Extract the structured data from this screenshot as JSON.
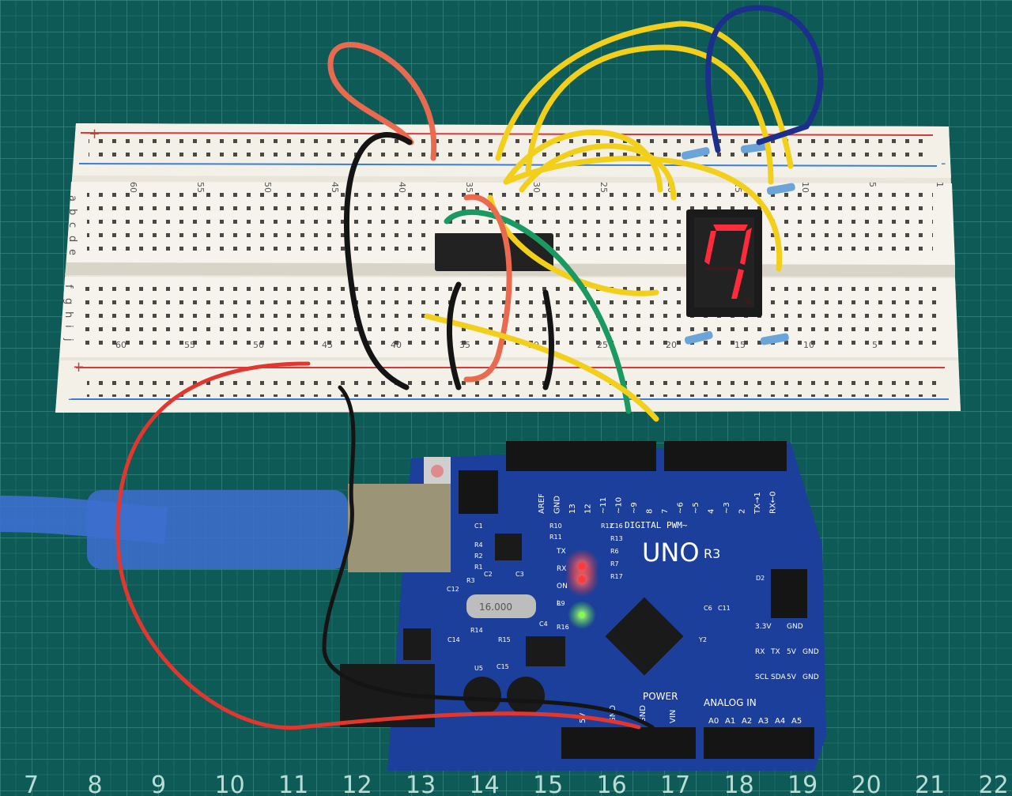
{
  "mat": {
    "ruler_numbers": [
      "7",
      "8",
      "9",
      "10",
      "11",
      "12",
      "13",
      "14",
      "15",
      "16",
      "17",
      "18",
      "19",
      "20",
      "21",
      "22"
    ]
  },
  "breadboard": {
    "row_letters_top": [
      "a",
      "b",
      "c",
      "d",
      "e"
    ],
    "row_letters_bottom": [
      "f",
      "g",
      "h",
      "i",
      "j"
    ],
    "column_numbers_top": [
      "60",
      "55",
      "50",
      "45",
      "40",
      "35",
      "30",
      "25",
      "20",
      "15",
      "10",
      "5",
      "1"
    ],
    "column_numbers_bottom": [
      "60",
      "55",
      "50",
      "45",
      "40",
      "35",
      "30",
      "25",
      "20",
      "15",
      "10",
      "5"
    ],
    "rail_plus": "+",
    "rail_minus": "-"
  },
  "display": {
    "digit": "7",
    "segment_color": "#ff2a3a"
  },
  "arduino": {
    "board_name": "UNO",
    "revision": "R3",
    "digital_label": "DIGITAL  PWM~",
    "power_label": "POWER",
    "analog_label": "ANALOG IN",
    "digital_pins": [
      "AREF",
      "GND",
      "13",
      "12",
      "~11",
      "~10",
      "~9",
      "8",
      "7",
      "~6",
      "~5",
      "4",
      "~3",
      "2",
      "TX→1",
      "RX←0"
    ],
    "power_pins": [
      "5V",
      "GND",
      "GND",
      "VIN"
    ],
    "analog_pins": [
      "A0",
      "A1",
      "A2",
      "A3",
      "A4",
      "A5"
    ],
    "header_labels": [
      "3.3V",
      "GND",
      "RX",
      "TX",
      "5V",
      "GND",
      "SCL",
      "SDA",
      "5V",
      "GND"
    ],
    "led_labels": [
      "TX",
      "RX",
      "ON",
      "L"
    ],
    "component_labels": [
      "R10",
      "R11",
      "R12",
      "C16",
      "R13",
      "R6",
      "R7",
      "R17",
      "R9",
      "R16",
      "C1",
      "R4",
      "R2",
      "R1",
      "R3",
      "C2",
      "C3",
      "C12",
      "R14",
      "C14",
      "R15",
      "C15",
      "C4",
      "U5",
      "C6",
      "C11",
      "Y2",
      "D2"
    ],
    "crystal_label": "16.000"
  },
  "colors": {
    "mat": "#0e5a56",
    "board": "#1b3f9a",
    "breadboard": "#f2efe6",
    "wire_yellow": "#f2cf1a",
    "wire_red": "#e1372e",
    "wire_orange": "#e96a4e",
    "wire_blue": "#1c2f8c",
    "wire_green": "#1a9a62",
    "wire_black": "#141414",
    "led_red": "#ff3b3b",
    "led_green": "#7dff4a",
    "usb_cable": "#3d6fd0"
  }
}
